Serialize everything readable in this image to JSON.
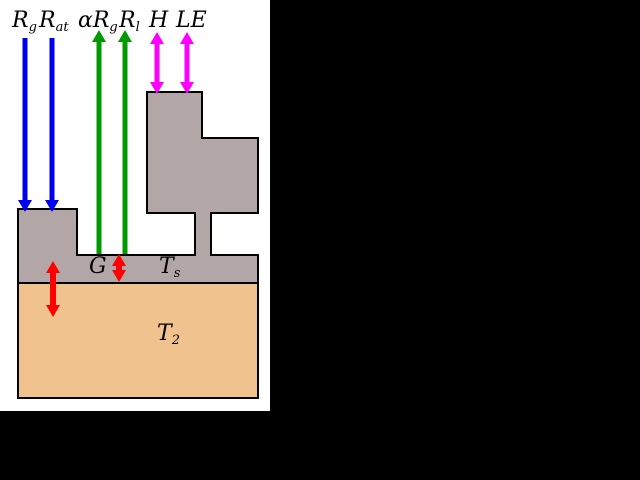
{
  "scene": {
    "description": "surface-energy-balance-diagram",
    "background": "#000000",
    "panel_background": "#ffffff"
  },
  "colors": {
    "shortwave": "#0000f0",
    "longwave": "#009900",
    "turbulent": "#ff00ff",
    "ground_heat": "#ff0000",
    "building": "#b3a6a6",
    "soil": "#f0c28e",
    "outline": "#000000",
    "text": "#000000"
  },
  "labels": {
    "rg": {
      "main": "R",
      "sub": "g"
    },
    "rat": {
      "main": "R",
      "sub": "at"
    },
    "arg": {
      "main": "αR",
      "sub": "g"
    },
    "rl": {
      "main": "R",
      "sub": "l"
    },
    "h": {
      "main": "H",
      "sub": ""
    },
    "le": {
      "main": "LE",
      "sub": ""
    },
    "g": {
      "main": "G",
      "sub": ""
    },
    "ts": {
      "main": "T",
      "sub": "s"
    },
    "t2": {
      "main": "T",
      "sub": "2"
    }
  }
}
